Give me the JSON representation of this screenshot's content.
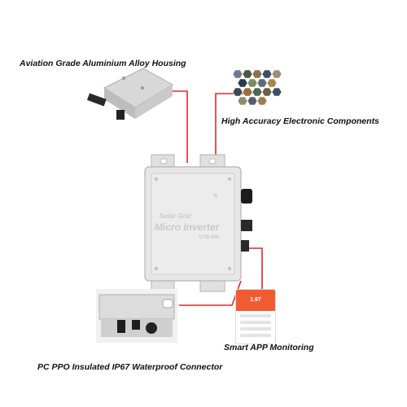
{
  "labels": {
    "housing": "Aviation Grade Aluminium Alloy Housing",
    "components": "High Accuracy Electronic Components",
    "app": "Smart APP Monitoring",
    "connector": "PC PPO Insulated IP67 Waterproof Connector"
  },
  "device": {
    "brand_line": "Solar Grid",
    "product_line": "Micro Inverter",
    "model": "GTB-300"
  },
  "app_screen": {
    "reading": "1.97"
  },
  "colors": {
    "callout_line": "#e0282b",
    "device_body": "#e6e6e6",
    "device_text": "#c9c9c9",
    "app_header": "#f15b32"
  },
  "icons": [
    "microchip-icon",
    "capacitor-icon",
    "resistor-icon",
    "transistor-icon"
  ]
}
